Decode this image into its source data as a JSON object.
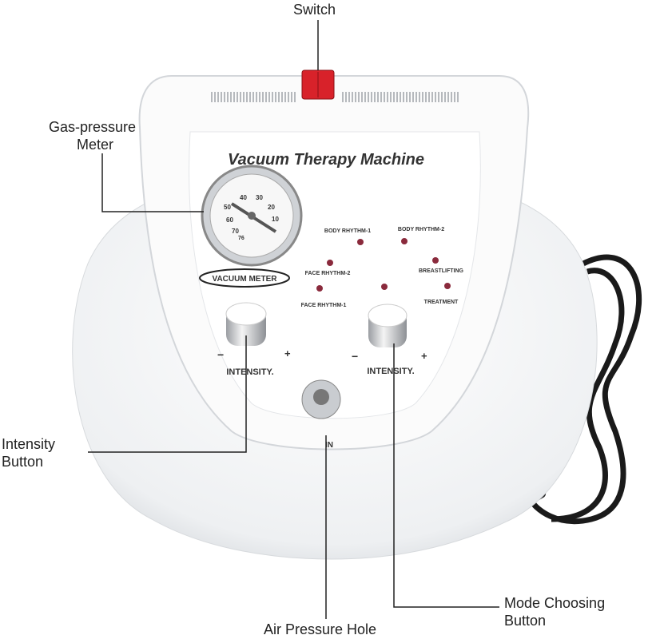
{
  "callouts": {
    "switch": "Switch",
    "gas_pressure_meter": [
      "Gas-pressure",
      "Meter"
    ],
    "intensity_button": [
      "Intensity",
      "Button"
    ],
    "air_pressure_hole": "Air Pressure Hole",
    "mode_choosing_button": [
      "Mode Choosing",
      "Button"
    ]
  },
  "panel": {
    "title": "Vacuum Therapy Machine",
    "vacuum_meter_label": "VACUUM METER",
    "gauge_scale": [
      "10",
      "20",
      "30",
      "40",
      "50",
      "60",
      "70",
      "76"
    ],
    "modes": [
      "BODY RHYTHM-1",
      "BODY RHYTHM-2",
      "FACE RHYTHM-2",
      "BREASTLIFTING",
      "FACE RHYTHM-1",
      "TREATMENT"
    ],
    "intensity_label": "INTENSITY.",
    "minus": "−",
    "plus": "+",
    "inlet_label": "IN",
    "indicator_color": "#8a2a3c",
    "switch_color": "#d8222a"
  }
}
